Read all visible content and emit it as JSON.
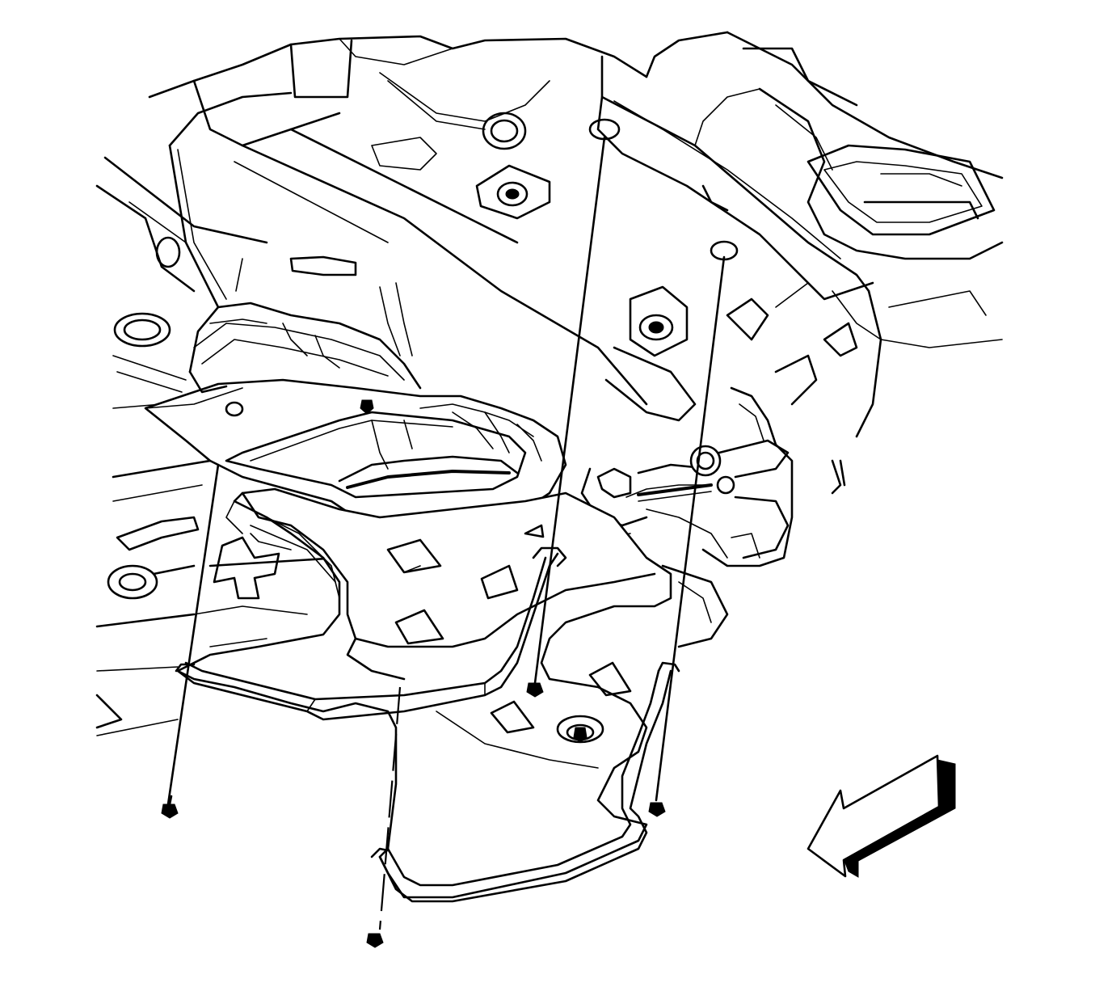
{
  "illustration": {
    "kind": "exploded-view line drawing",
    "colors": {
      "line": "#000000",
      "background": "#ffffff"
    },
    "parts": [
      {
        "name": "underbody-frame"
      },
      {
        "name": "upper-heat-shield"
      },
      {
        "name": "lower-skid-shield"
      },
      {
        "name": "front-shield-fastener"
      },
      {
        "name": "lower-shield-fastener"
      },
      {
        "name": "rear-shield-fastener-left"
      },
      {
        "name": "rear-shield-fastener-right"
      }
    ],
    "indicator": {
      "icon": "direction-arrow-icon",
      "points": "front-left"
    }
  }
}
